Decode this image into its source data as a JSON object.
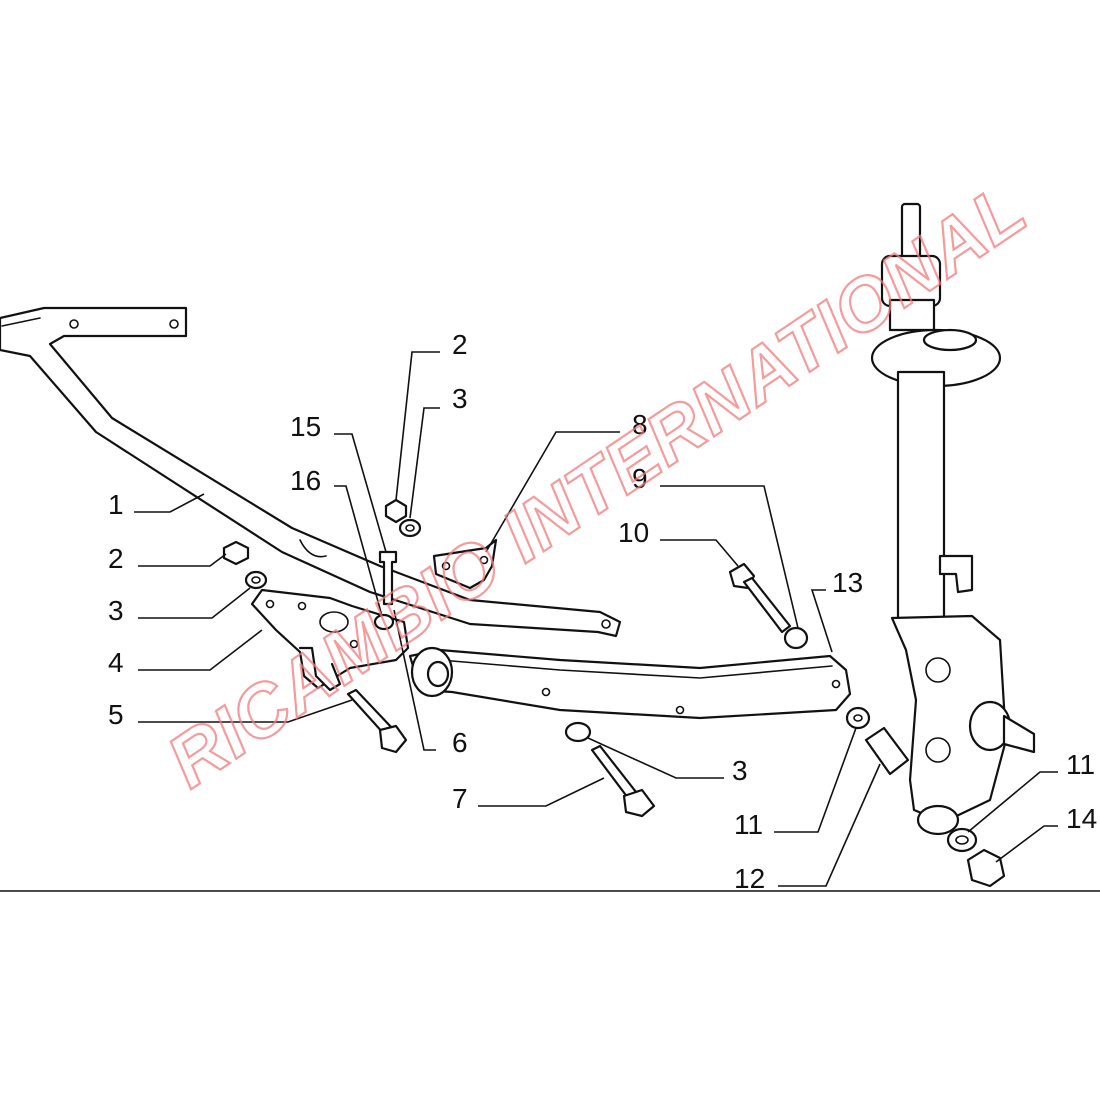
{
  "diagram": {
    "watermark": {
      "text": "RICAMBIO INTERNATIONAL",
      "color": "#f27a7a"
    },
    "callouts": [
      {
        "id": "c1",
        "label": "1"
      },
      {
        "id": "c2a",
        "label": "2"
      },
      {
        "id": "c2b",
        "label": "2"
      },
      {
        "id": "c3a",
        "label": "3"
      },
      {
        "id": "c3b",
        "label": "3"
      },
      {
        "id": "c3c",
        "label": "3"
      },
      {
        "id": "c4",
        "label": "4"
      },
      {
        "id": "c5",
        "label": "5"
      },
      {
        "id": "c6",
        "label": "6"
      },
      {
        "id": "c7",
        "label": "7"
      },
      {
        "id": "c8",
        "label": "8"
      },
      {
        "id": "c9",
        "label": "9"
      },
      {
        "id": "c10",
        "label": "10"
      },
      {
        "id": "c11a",
        "label": "11"
      },
      {
        "id": "c11b",
        "label": "11"
      },
      {
        "id": "c12",
        "label": "12"
      },
      {
        "id": "c13",
        "label": "13"
      },
      {
        "id": "c14",
        "label": "14"
      },
      {
        "id": "c15",
        "label": "15"
      },
      {
        "id": "c16",
        "label": "16"
      }
    ],
    "line_color": "#111111"
  }
}
